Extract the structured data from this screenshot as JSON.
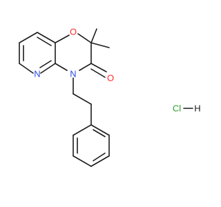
{
  "molecule": {
    "atoms": {
      "oxygen_ring": {
        "text": "O",
        "color": "#ff2a2a"
      },
      "oxygen_carbonyl": {
        "text": "O",
        "color": "#ff2a2a"
      },
      "nitrogen_pyridine": {
        "text": "N",
        "color": "#2f49e6"
      },
      "nitrogen_lactam": {
        "text": "N",
        "color": "#2f49e6"
      }
    },
    "salt": {
      "text": "Cl",
      "color": "#2aa02a",
      "h_text": "H"
    }
  }
}
